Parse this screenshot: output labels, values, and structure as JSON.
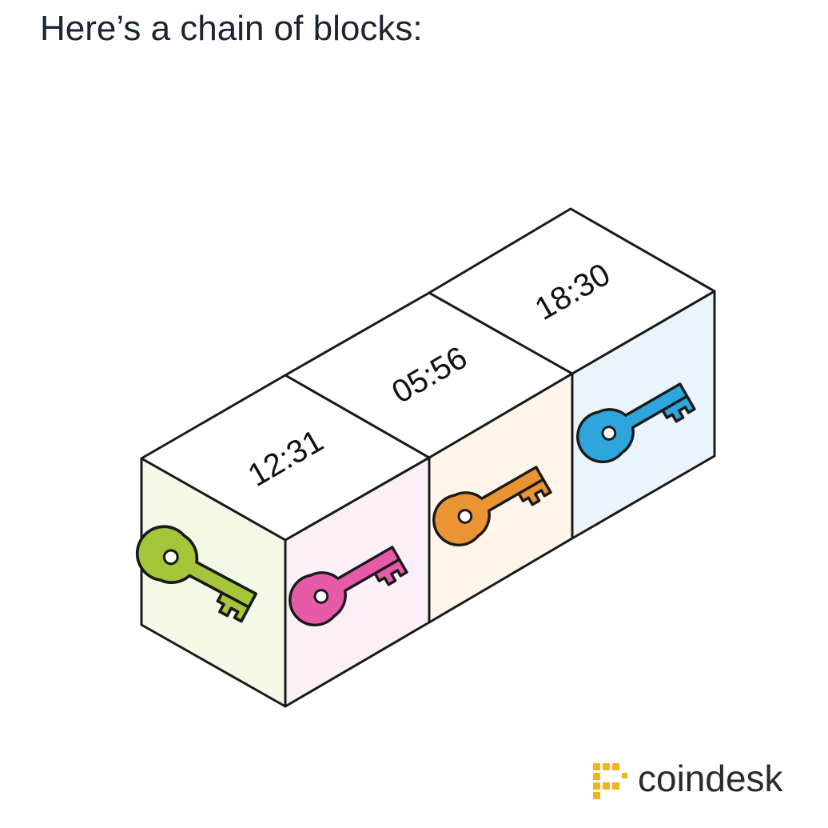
{
  "heading": "Here’s a chain of blocks:",
  "blocks": [
    {
      "timestamp": "12:31",
      "key_color": "#a6c63a",
      "face_color": "#f4f8e6"
    },
    {
      "timestamp": "05:56",
      "key_color": "#e65aa8",
      "face_color": "#fbf0f7"
    },
    {
      "timestamp": "18:30",
      "key_color": "#ea9433",
      "face_color": "#fdf4ea"
    }
  ],
  "end_face": {
    "key_color": "#2ea5dc",
    "face_color": "#eaf4fb"
  },
  "brand": {
    "name": "coindesk",
    "logo_color": "#f5b21b"
  },
  "outline_color": "#1a1a1a"
}
